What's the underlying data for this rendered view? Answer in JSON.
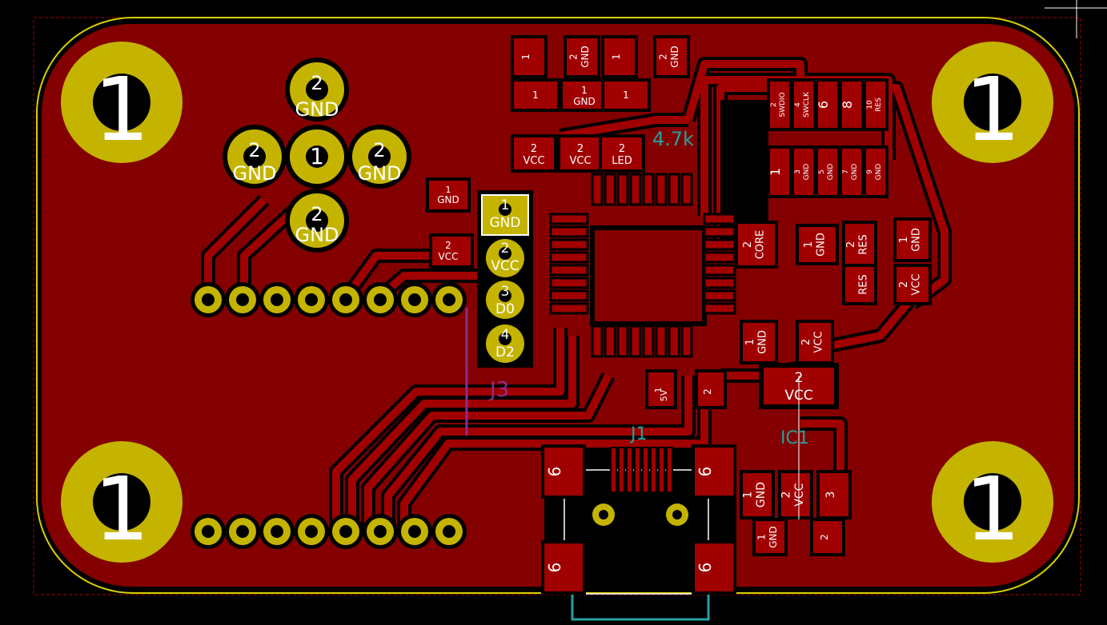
{
  "colors": {
    "background": "#000000",
    "copper": "#840000",
    "pad": "#c4b400",
    "smd_pad": "#a00000",
    "silk": "#ffffff",
    "fab": "#26a0a0",
    "outline": "#d8d000",
    "purple": "#8a2f8a"
  },
  "mount_holes": {
    "label": "1"
  },
  "bga_pad": {
    "center": "1",
    "outer": "2",
    "outer_net": "GND"
  },
  "header_j3": {
    "ref": "J3",
    "pins": [
      {
        "num": "1",
        "net": "GND"
      },
      {
        "num": "2",
        "net": "VCC"
      },
      {
        "num": "3",
        "net": "D0"
      },
      {
        "num": "4",
        "net": "D2"
      }
    ]
  },
  "parts": {
    "r_gnd_small": {
      "num": "1",
      "net": "GND"
    },
    "r_vcc_small": {
      "num": "2",
      "net": "VCC"
    },
    "top_row": [
      {
        "num": "1",
        "net": ""
      },
      {
        "num": "2",
        "net": "GND"
      },
      {
        "num": "1",
        "net": ""
      },
      {
        "num": "2",
        "net": "GND"
      }
    ],
    "top_row2": [
      {
        "num": "1",
        "net": ""
      },
      {
        "num": "1",
        "net": "GND"
      },
      {
        "num": "1",
        "net": ""
      }
    ],
    "caps_row": [
      {
        "num": "2",
        "net": "VCC"
      },
      {
        "num": "2",
        "net": "VCC"
      },
      {
        "num": "2",
        "net": "LED"
      }
    ],
    "conn_top": [
      {
        "num": "2",
        "net": "SWDIO"
      },
      {
        "num": "4",
        "net": "SWCLK"
      },
      {
        "num": "6",
        "net": ""
      },
      {
        "num": "8",
        "net": ""
      },
      {
        "num": "10",
        "net": "RES"
      }
    ],
    "conn_bot": [
      {
        "num": "1",
        "net": ""
      },
      {
        "num": "3",
        "net": "GND"
      },
      {
        "num": "5",
        "net": "GND"
      },
      {
        "num": "7",
        "net": "GND"
      },
      {
        "num": "9",
        "net": "GND"
      }
    ],
    "right_col": [
      {
        "num": "2",
        "net": "CORE"
      },
      {
        "num": "1",
        "net": "GND"
      },
      {
        "num": "2",
        "net": "RES"
      },
      {
        "num": "1",
        "net": "GND"
      },
      {
        "num": "",
        "net": "RES"
      },
      {
        "num": "2",
        "net": "VCC"
      }
    ],
    "bottom_caps": [
      {
        "num": "1",
        "net": "GND"
      },
      {
        "num": "2",
        "net": "VCC"
      }
    ],
    "big_pad": {
      "num": "2",
      "net": "VCC"
    },
    "r_5v": {
      "num": "1",
      "net": "5V"
    },
    "r_2": {
      "num": "2",
      "net": ""
    },
    "reg": [
      {
        "num": "1",
        "net": "GND"
      },
      {
        "num": "2",
        "net": "VCC"
      },
      {
        "num": "3",
        "net": ""
      }
    ],
    "reg2": [
      {
        "num": "1",
        "net": "GND"
      },
      {
        "num": "2",
        "net": ""
      }
    ],
    "usb_pads": [
      {
        "num": "6"
      },
      {
        "num": "6"
      },
      {
        "num": "6"
      },
      {
        "num": "6"
      }
    ]
  },
  "silk_text": {
    "value_47k": "4.7k",
    "ref_j1": "J1",
    "ref_ic1": "IC1"
  }
}
